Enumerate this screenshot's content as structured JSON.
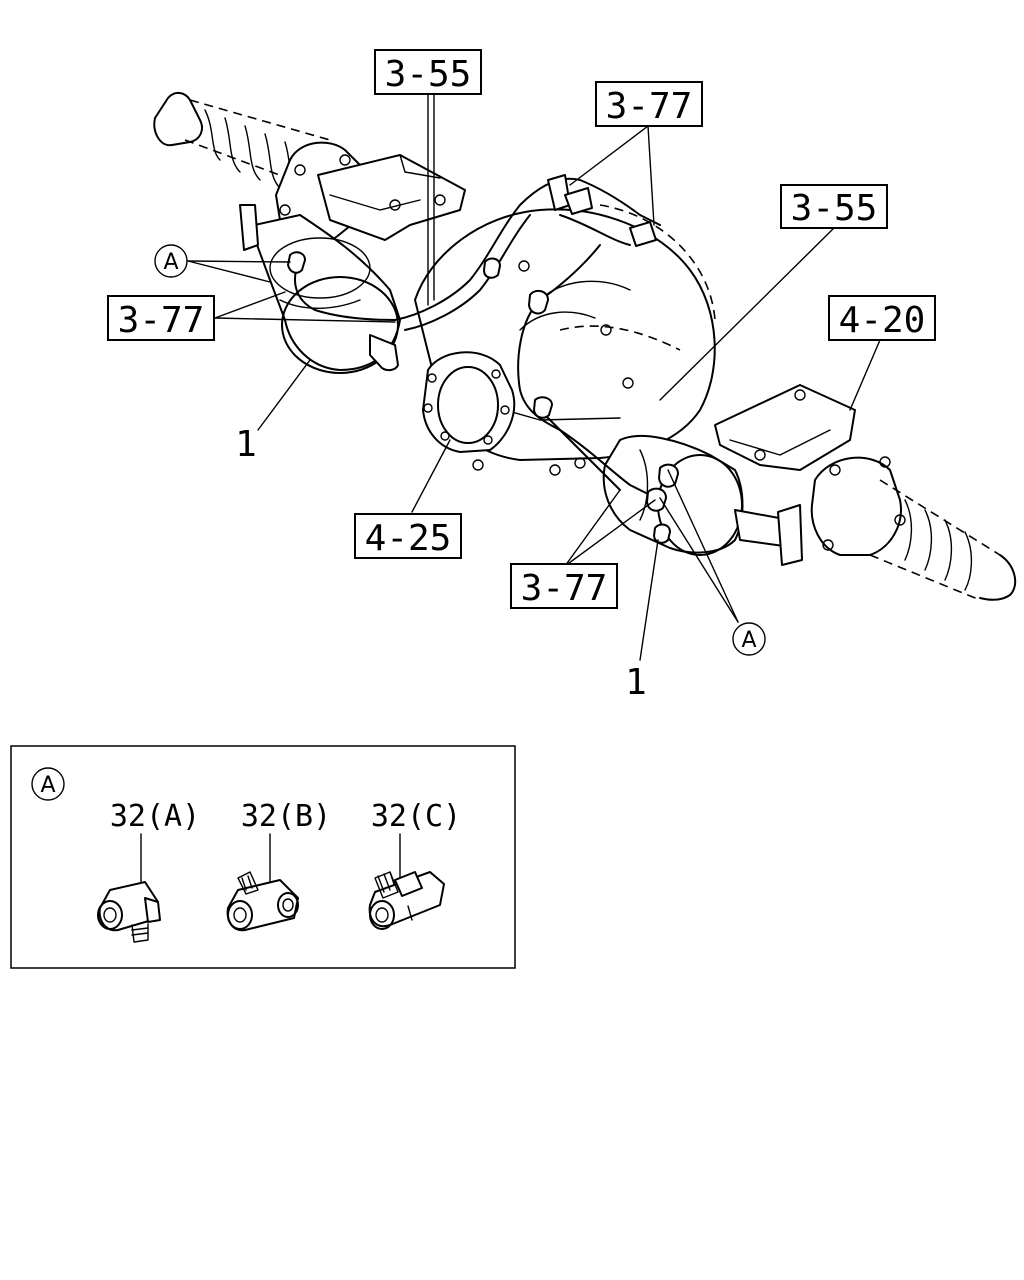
{
  "callouts": {
    "c355_top": "3-55",
    "c377_top": "3-77",
    "c355_right": "3-55",
    "c377_left": "3-77",
    "c420": "4-20",
    "c425": "4-25",
    "c377_bottom": "3-77"
  },
  "plain_labels": {
    "item1_left": "1",
    "item1_right": "1"
  },
  "detail_marker": "A",
  "detail_box": {
    "marker": "A",
    "parts": [
      {
        "label": "32(A)"
      },
      {
        "label": "32(B)"
      },
      {
        "label": "32(C)"
      }
    ]
  }
}
